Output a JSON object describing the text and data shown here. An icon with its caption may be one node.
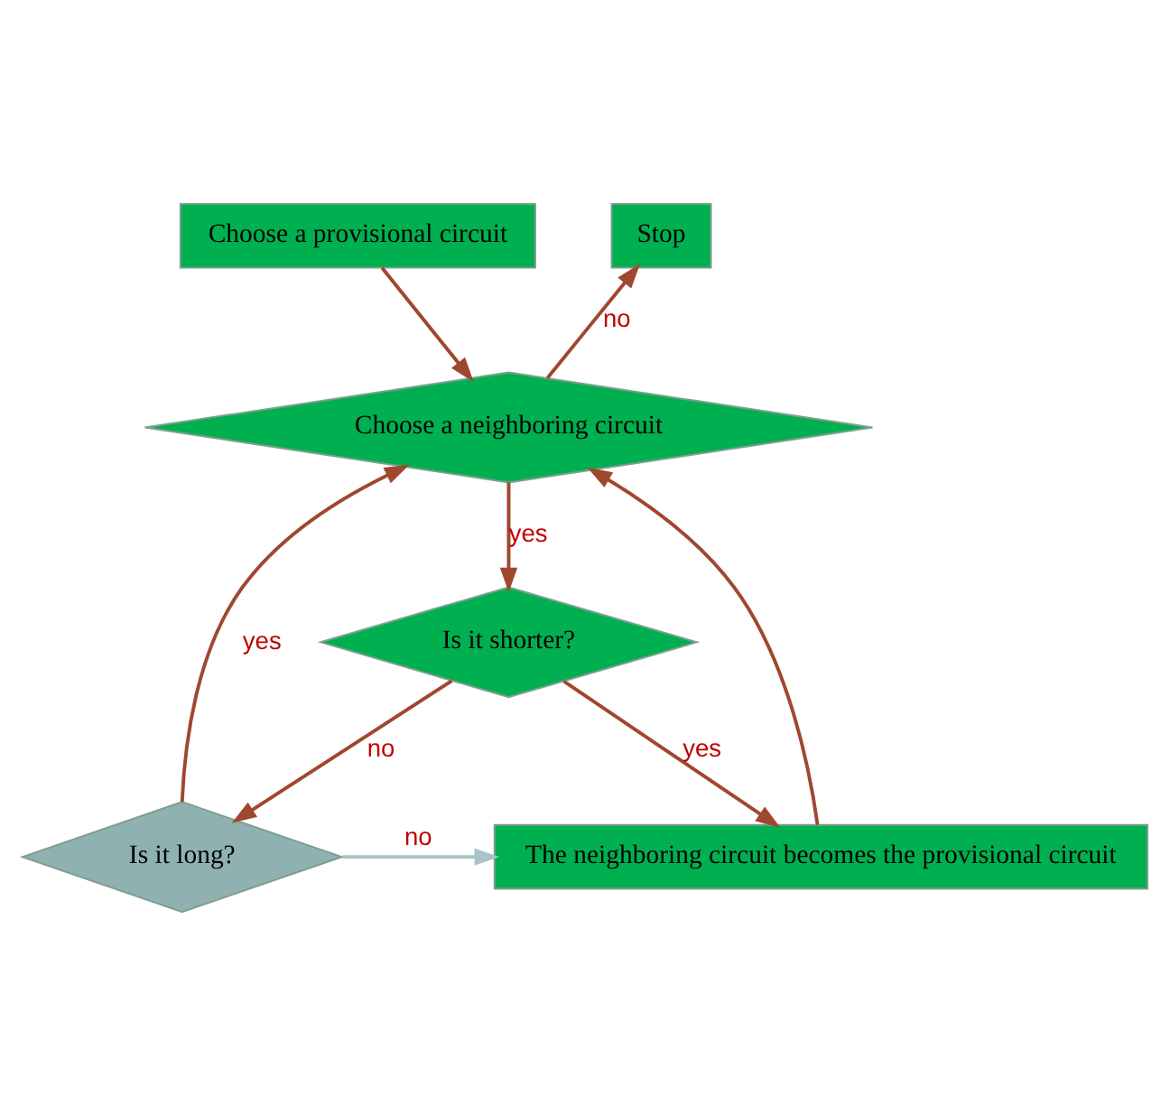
{
  "diagram": {
    "nodes": [
      {
        "text": [
          "Choose a provisional circuit"
        ]
      },
      {
        "text": [
          "Stop"
        ]
      },
      {
        "text": [
          "Choose a neighboring circuit"
        ]
      },
      {
        "text": [
          "The neighboring circuit becomes the provisional circuit"
        ]
      },
      {
        "text": [
          "Is it long?"
        ]
      },
      {
        "text": [
          "Is it shorter?"
        ]
      }
    ],
    "edges": [
      {
        "from": 0,
        "to": 2,
        "arrow": "to"
      },
      {
        "from": 2,
        "to": 1,
        "label": "no",
        "arrow": "to"
      },
      {
        "from": 4,
        "to": 2,
        "label": "yes",
        "arrow": "to"
      },
      {
        "from": 2,
        "to": 5,
        "label": "yes",
        "arrow": "to"
      },
      {
        "from": 5,
        "to": 4,
        "label": "no",
        "arrow": "to"
      },
      {
        "from": 5,
        "to": 3,
        "label": "yes",
        "arrow": "to"
      },
      {
        "from": 3,
        "to": 2,
        "arrow": "to"
      },
      {
        "from": 4,
        "to": 3,
        "label": "no",
        "arrow": "to",
        "color": "#a9c4c8"
      }
    ]
  }
}
